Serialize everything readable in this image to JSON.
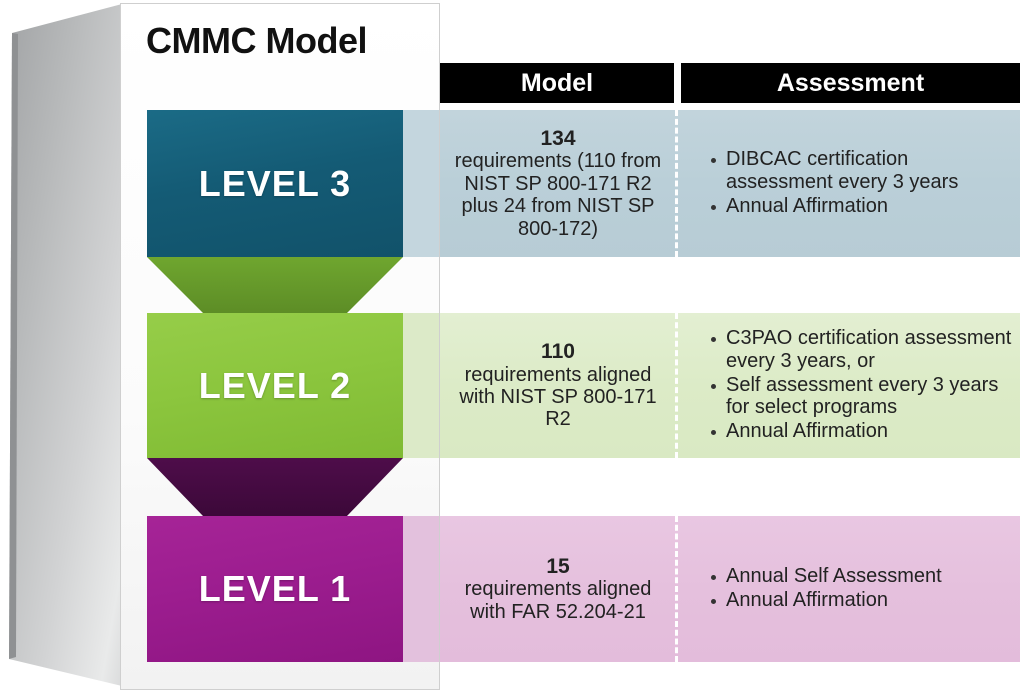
{
  "card": {
    "title": "CMMC Model"
  },
  "table": {
    "headers": {
      "model": "Model",
      "assessment": "Assessment"
    }
  },
  "colors": {
    "level3_bar": "#15607a",
    "level2_bar": "#8cc63e",
    "level1_bar": "#9c1d8f",
    "level3_row": "#bacfd8",
    "level2_row": "#dcebc7",
    "level1_row": "#e5c0dd",
    "header_bg": "#000000",
    "slab_gray": "#b7b9ba"
  },
  "levels": [
    {
      "label": "LEVEL 3",
      "model": {
        "count": "134",
        "description": "requirements (110 from NIST SP 800-171 R2 plus 24 from NIST SP 800-172)"
      },
      "assessment": [
        "DIBCAC certification assessment every 3 years",
        "Annual Affirmation"
      ]
    },
    {
      "label": "LEVEL 2",
      "model": {
        "count": "110",
        "description": "requirements aligned with NIST SP 800-171 R2"
      },
      "assessment": [
        "C3PAO certification assessment every 3 years, or",
        "Self assessment every 3 years for select programs",
        "Annual Affirmation"
      ]
    },
    {
      "label": "LEVEL 1",
      "model": {
        "count": "15",
        "description": "requirements aligned with FAR 52.204-21"
      },
      "assessment": [
        "Annual Self Assessment",
        "Annual Affirmation"
      ]
    }
  ]
}
